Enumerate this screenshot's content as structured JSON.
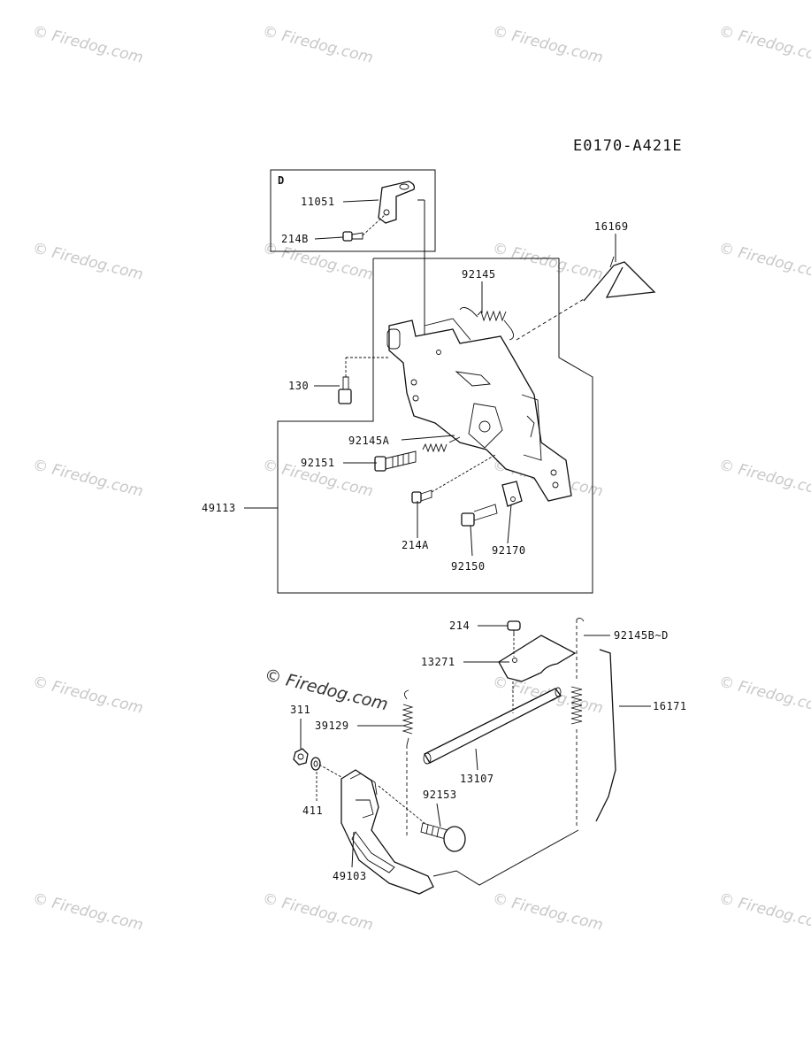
{
  "diagram_code": "E0170-A421E",
  "watermark_text": "© Firedog.com",
  "inset_label": "D",
  "parts": {
    "p11051": "11051",
    "p214B": "214B",
    "p16169": "16169",
    "p92145": "92145",
    "p130": "130",
    "p92145A": "92145A",
    "p92151": "92151",
    "p49113": "49113",
    "p214A": "214A",
    "p92170": "92170",
    "p92150": "92150",
    "p214": "214",
    "p92145BD": "92145B~D",
    "p13271": "13271",
    "p16171": "16171",
    "p311": "311",
    "p39129": "39129",
    "p13107": "13107",
    "p92153": "92153",
    "p411": "411",
    "p49103": "49103"
  }
}
